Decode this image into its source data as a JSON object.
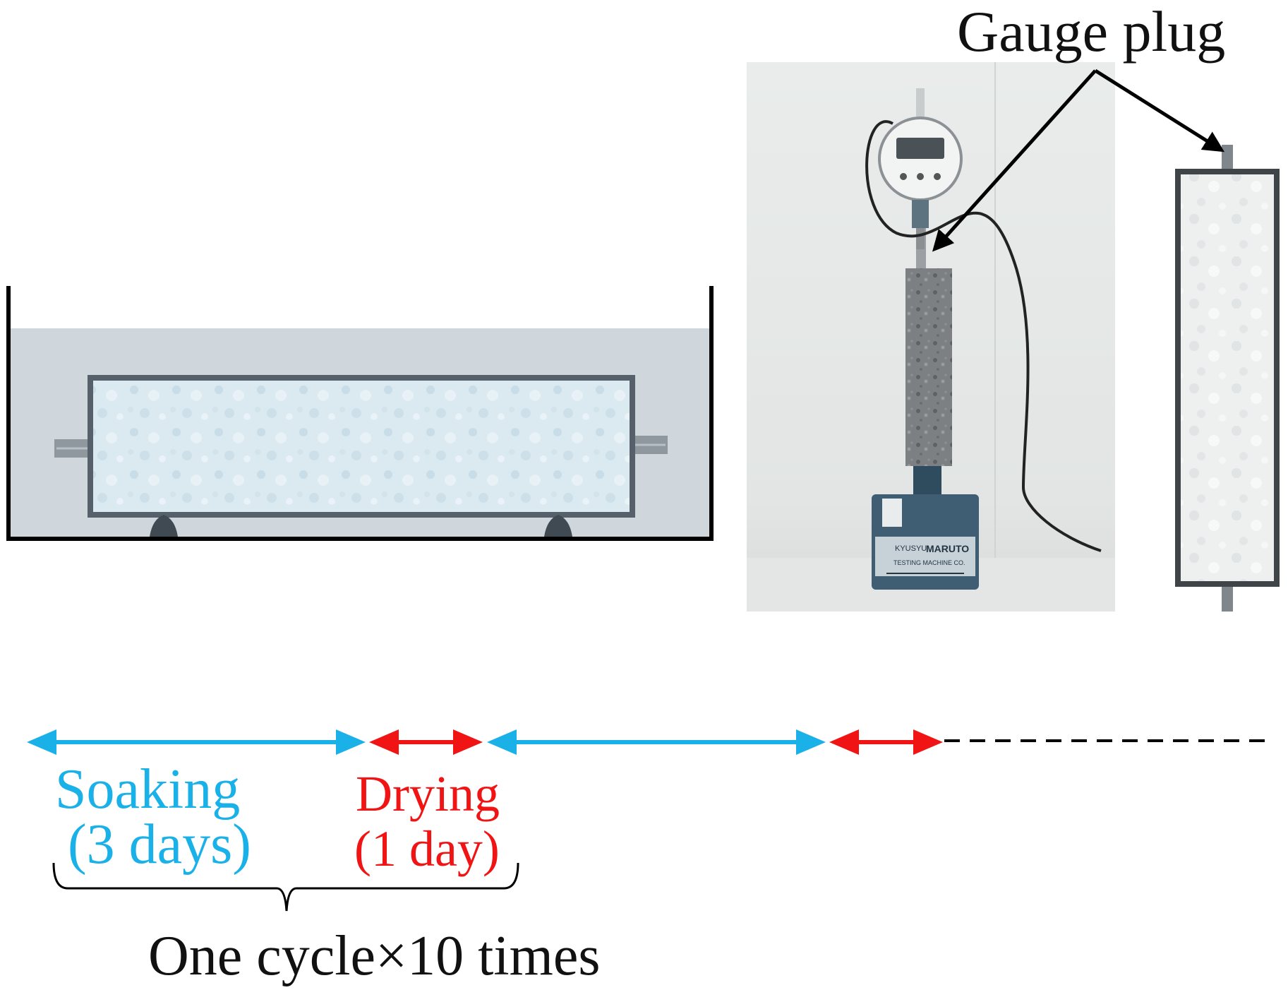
{
  "labels": {
    "gauge_plug": "Gauge plug",
    "soaking": "Soaking",
    "soaking_duration": "(3 days)",
    "drying": "Drying",
    "drying_duration": "(1 day)",
    "cycle": "One cycle×10 times"
  },
  "photo_labels": {
    "brand": "MARUTO",
    "brand_prefix": "KYUSYU",
    "maker": "TESTING MACHINE CO."
  },
  "colors": {
    "soaking": "#1ab0e8",
    "drying": "#f01414",
    "water": "#cfd6dc",
    "specimen_border": "#56606a",
    "text": "#111111"
  }
}
